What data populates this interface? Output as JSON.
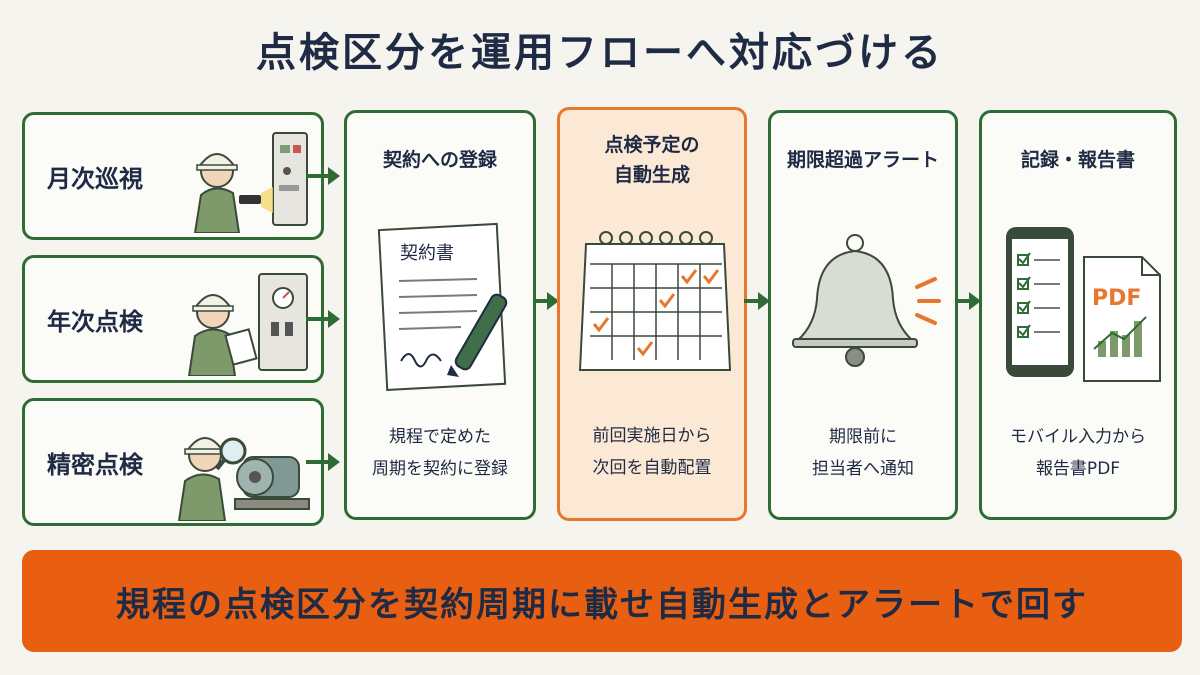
{
  "title": "点検区分を運用フローへ対応づける",
  "categories": [
    {
      "label": "月次巡視",
      "icon": "worker-flashlight-icon"
    },
    {
      "label": "年次点検",
      "icon": "worker-clipboard-icon"
    },
    {
      "label": "精密点検",
      "icon": "worker-magnifier-icon"
    }
  ],
  "steps": [
    {
      "label_lines": [
        "契約への登録"
      ],
      "icon": "contract-document-icon",
      "doc_title": "契約書",
      "desc_lines": [
        "規程で定めた",
        "周期を契約に登録"
      ]
    },
    {
      "label_lines": [
        "点検予定の",
        "自動生成"
      ],
      "icon": "calendar-check-icon",
      "desc_lines": [
        "前回実施日から",
        "次回を自動配置"
      ]
    },
    {
      "label_lines": [
        "期限超過アラート"
      ],
      "icon": "alarm-bell-icon",
      "desc_lines": [
        "期限前に",
        "担当者へ通知"
      ]
    },
    {
      "label_lines": [
        "記録・報告書"
      ],
      "icon": "mobile-report-icon",
      "pdf_label": "PDF",
      "desc_lines": [
        "モバイル入力から",
        "報告書PDF"
      ]
    }
  ],
  "summary": "規程の点検区分を契約周期に載せ自動生成とアラートで回す",
  "colors": {
    "green": "#2e6b35",
    "orange": "#e8772e",
    "banner": "#e85f12",
    "highlight_bg": "#fbe9d6",
    "navy": "#1f2a44"
  }
}
